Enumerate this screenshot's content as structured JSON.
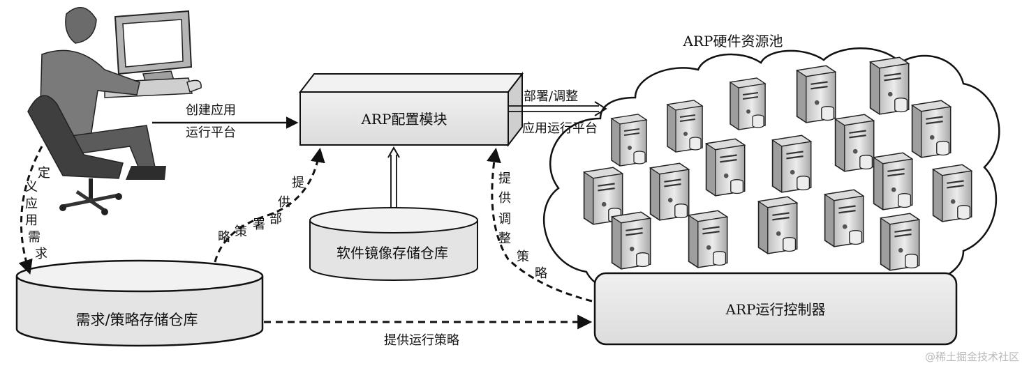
{
  "arp_config_module": "ARP配置模块",
  "arp_pool_title": "ARP硬件资源池",
  "arp_runtime_controller": "ARP运行控制器",
  "demand_strategy_repo": "需求/策略存储仓库",
  "software_image_repo": "软件镜像存储仓库",
  "edge_create_platform": {
    "line1": "创建应用",
    "line2": "运行平台"
  },
  "edge_deploy_adjust": {
    "line1": "部署/调整",
    "line2": "应用运行平台"
  },
  "edge_define_demand": [
    "定",
    "义",
    "应",
    "用",
    "需",
    "求"
  ],
  "edge_provide_deploy": [
    "提",
    "供",
    "部",
    "署",
    "策",
    "略"
  ],
  "edge_provide_adjust": [
    "提",
    "供",
    "调",
    "整",
    "策",
    "略"
  ],
  "edge_provide_run_strategy": "提供运行策略",
  "watermark": "@稀土掘金技术社区",
  "colors": {
    "box_fill": "#e6e6e6",
    "stroke": "#111111",
    "cloud_fill": "#ffffff",
    "server_fill": "#d9d9d9"
  }
}
